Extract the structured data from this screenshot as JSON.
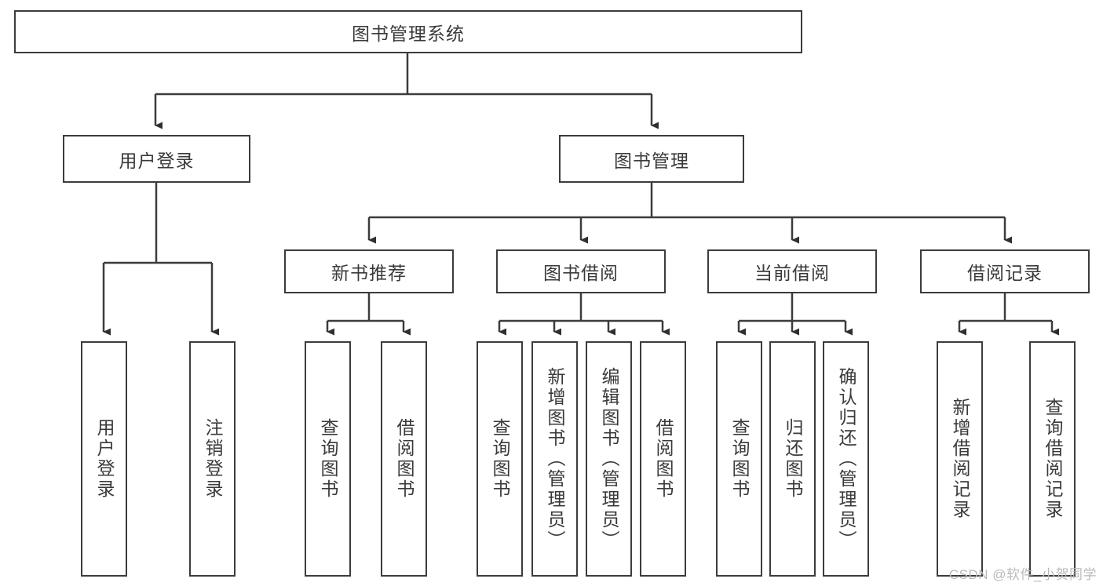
{
  "diagram": {
    "title": "图书管理系统",
    "type": "tree",
    "watermark": "CSDN @软件_小贺同学",
    "colors": {
      "stroke": "#3c3c3c",
      "text": "#3a3a3a",
      "background": "#ffffff",
      "watermark": "#b9b9b9"
    },
    "root": {
      "label": "图书管理系统"
    },
    "level2": [
      {
        "label": "用户登录"
      },
      {
        "label": "图书管理"
      }
    ],
    "level3": [
      {
        "label": "新书推荐"
      },
      {
        "label": "图书借阅"
      },
      {
        "label": "当前借阅"
      },
      {
        "label": "借阅记录"
      }
    ],
    "leaves": {
      "user_login": [
        {
          "label": "用户登录"
        },
        {
          "label": "注销登录"
        }
      ],
      "new_book_recommend": [
        {
          "label": "查询图书"
        },
        {
          "label": "借阅图书"
        }
      ],
      "book_borrow": [
        {
          "label": "查询图书"
        },
        {
          "label": "新增图书（管理员）"
        },
        {
          "label": "编辑图书（管理员）"
        },
        {
          "label": "借阅图书"
        }
      ],
      "current_borrow": [
        {
          "label": "查询图书"
        },
        {
          "label": "归还图书"
        },
        {
          "label": "确认归还（管理员）"
        }
      ],
      "borrow_record": [
        {
          "label": "新增借阅记录"
        },
        {
          "label": "查询借阅记录"
        }
      ]
    }
  }
}
